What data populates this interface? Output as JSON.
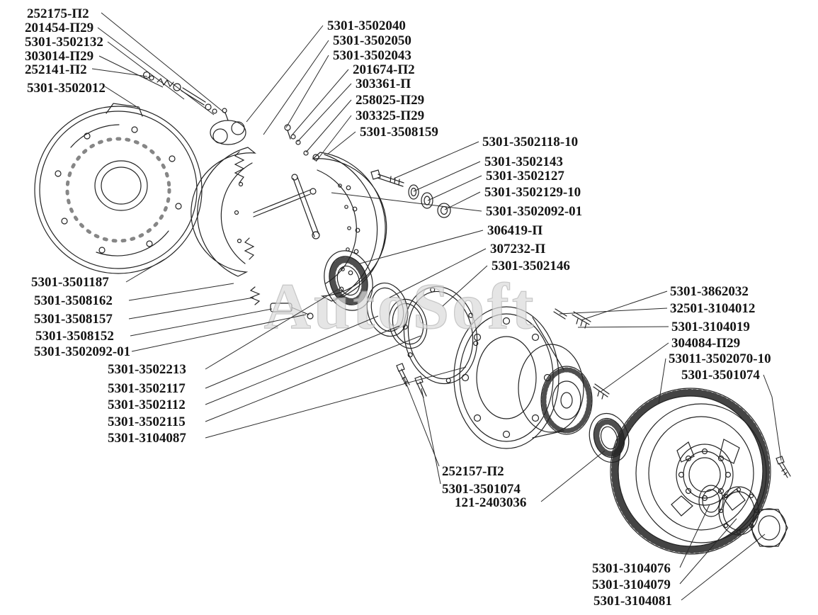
{
  "watermark": "AutoSoft",
  "labels": [
    "252175-П2",
    "201454-П29",
    "5301-3502132",
    "303014-П29",
    "252141-П2",
    "5301-3502012",
    "5301-3502040",
    "5301-3502050",
    "5301-3502043",
    "201674-П2",
    "303361-П",
    "258025-П29",
    "303325-П29",
    "5301-3508159",
    "5301-3502118-10",
    "5301-3502143",
    "5301-3502127",
    "5301-3502129-10",
    "5301-3502092-01",
    "306419-П",
    "307232-П",
    "5301-3502146",
    "5301-3501187",
    "5301-3508162",
    "5301-3508157",
    "5301-3508152",
    "5301-3502092-01",
    "5301-3502213",
    "5301-3502117",
    "5301-3502112",
    "5301-3502115",
    "5301-3104087",
    "5301-3862032",
    "32501-3104012",
    "5301-3104019",
    "304084-П29",
    "53011-3502070-10",
    "5301-3501074",
    "252157-П2",
    "5301-3501074",
    "121-2403036",
    "5301-3104076",
    "5301-3104079",
    "5301-3104081"
  ]
}
